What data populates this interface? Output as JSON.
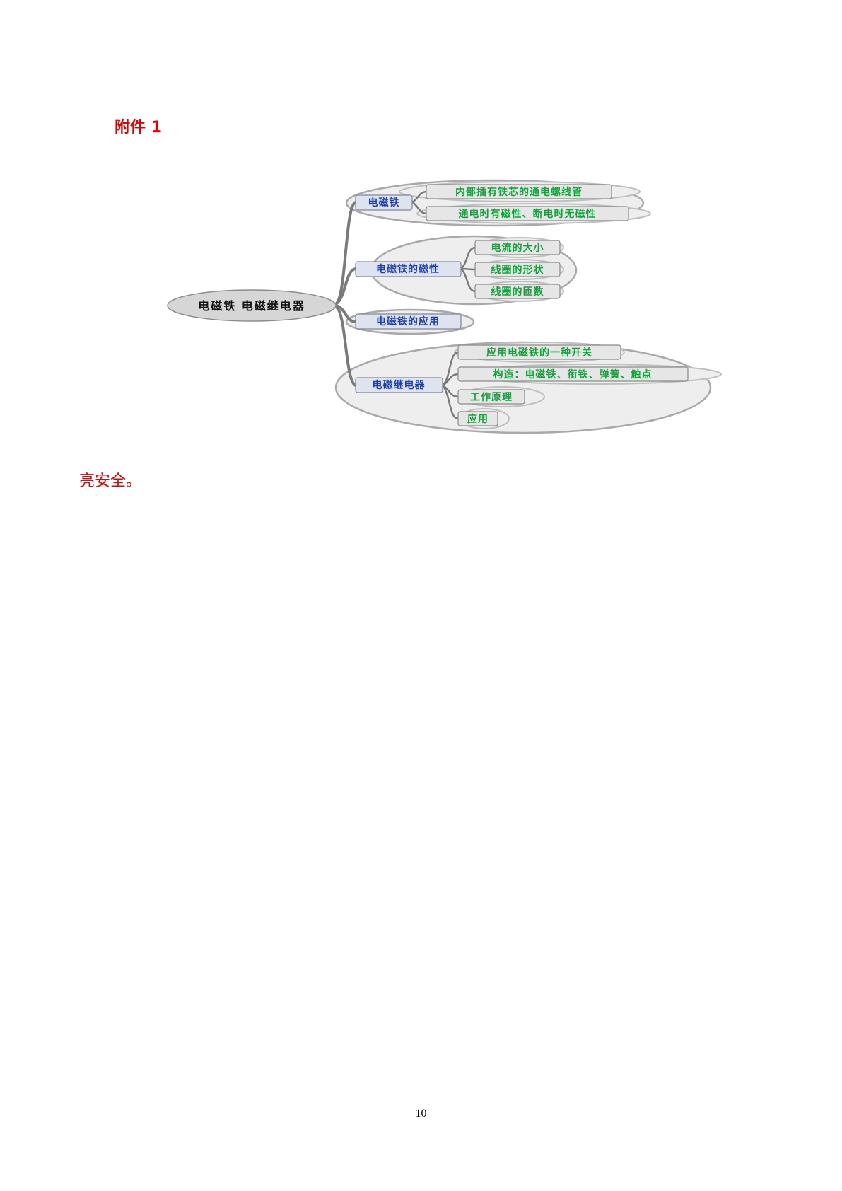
{
  "heading": "附件 1",
  "note": "亮安全。",
  "page_number": "10",
  "mindmap": {
    "root": "电磁铁 电磁继电器",
    "branches": [
      {
        "label": "电磁铁",
        "children": [
          "内部插有铁芯的通电螺线管",
          "通电时有磁性、断电时无磁性"
        ]
      },
      {
        "label": "电磁铁的磁性",
        "children": [
          "电流的大小",
          "线圈的形状",
          "线圈的匝数"
        ]
      },
      {
        "label": "电磁铁的应用",
        "children": []
      },
      {
        "label": "电磁继电器",
        "children": [
          "应用电磁铁的一种开关",
          "构造：电磁铁、衔铁、弹簧、触点",
          "工作原理",
          "应用"
        ]
      }
    ],
    "colors": {
      "root_fill": "#d6d6d6",
      "branch_text": "#1f3fb0",
      "leaf_text": "#12a33a",
      "cloud_fill": "#eeeeee",
      "heading_text": "#e60000"
    }
  }
}
